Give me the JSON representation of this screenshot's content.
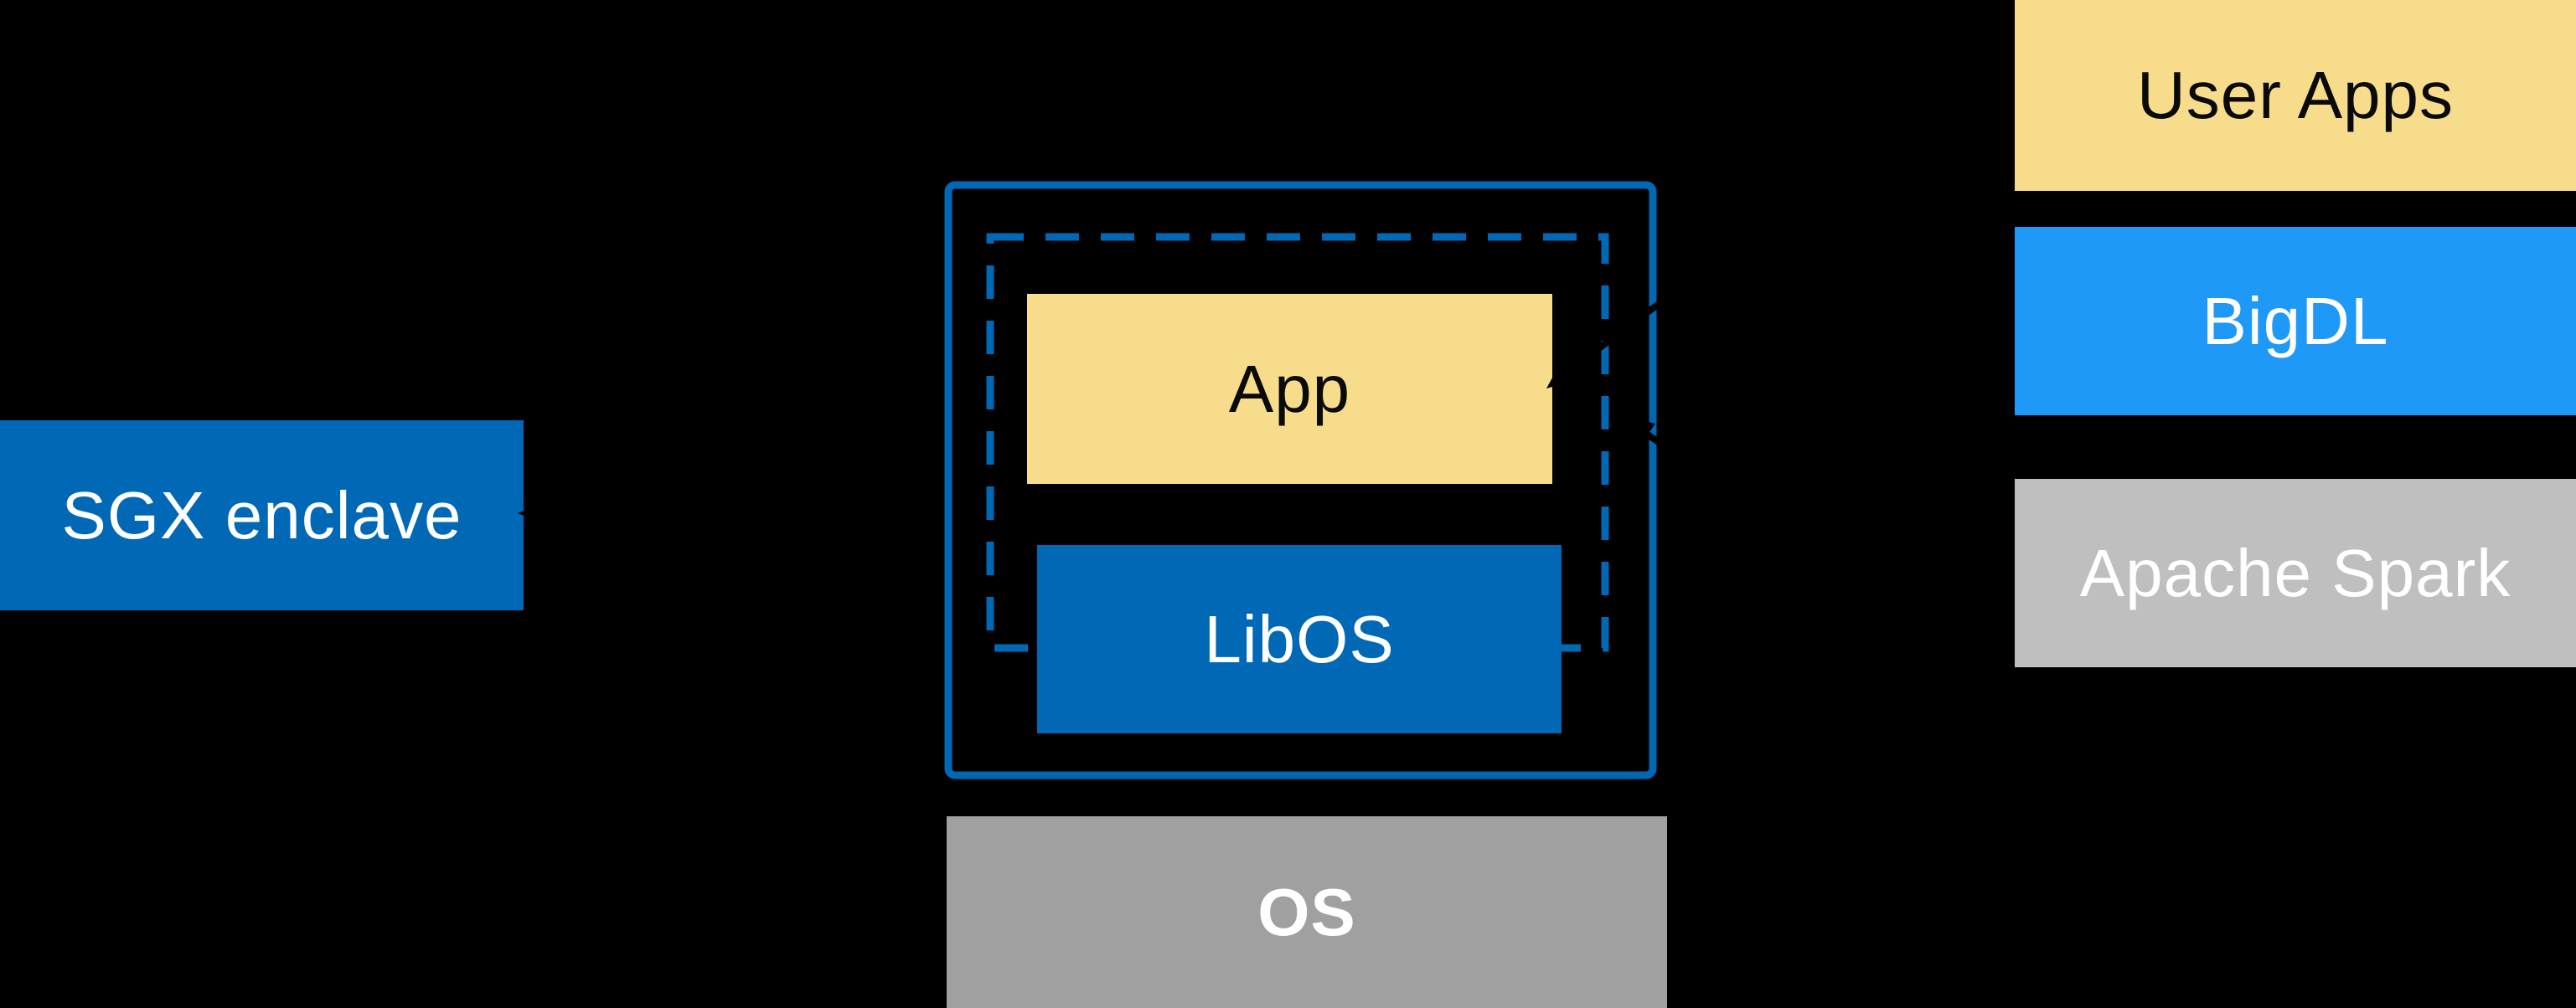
{
  "diagram": {
    "title_hint": "SGX enclave LibOS architecture diagram",
    "background_color": "#000000",
    "colors": {
      "intel_blue": "#0068B5",
      "bigdl_blue": "#1E99F7",
      "app_yellow": "#F7DD8B",
      "spark_gray": "#BFBFBF",
      "os_gray": "#A0A0A0",
      "arrow_black": "#000000",
      "text_dark": "#0a0a0a",
      "text_light": "#ffffff"
    },
    "sgx_enclave": {
      "label": "SGX enclave"
    },
    "enclave_box": {
      "border_style": "solid blue rectangle with inner dashed blue enclave boundary",
      "app": {
        "label": "App"
      },
      "libos": {
        "label": "LibOS"
      }
    },
    "os": {
      "label": "OS"
    },
    "right_stack": {
      "user_apps": {
        "label": "User Apps"
      },
      "bigdl": {
        "label": "BigDL"
      },
      "apache_spark": {
        "label": "Apache Spark"
      }
    },
    "arrows": [
      {
        "name": "arrow-to-sgx-enclave",
        "description": "black arrow pointing left into SGX enclave box"
      },
      {
        "name": "arrow-to-app",
        "description": "black arrow from upper right pointing into App box"
      },
      {
        "name": "arrow-to-enclave-boundary",
        "description": "black arrow from lower right pointing at dashed enclave boundary"
      }
    ]
  }
}
